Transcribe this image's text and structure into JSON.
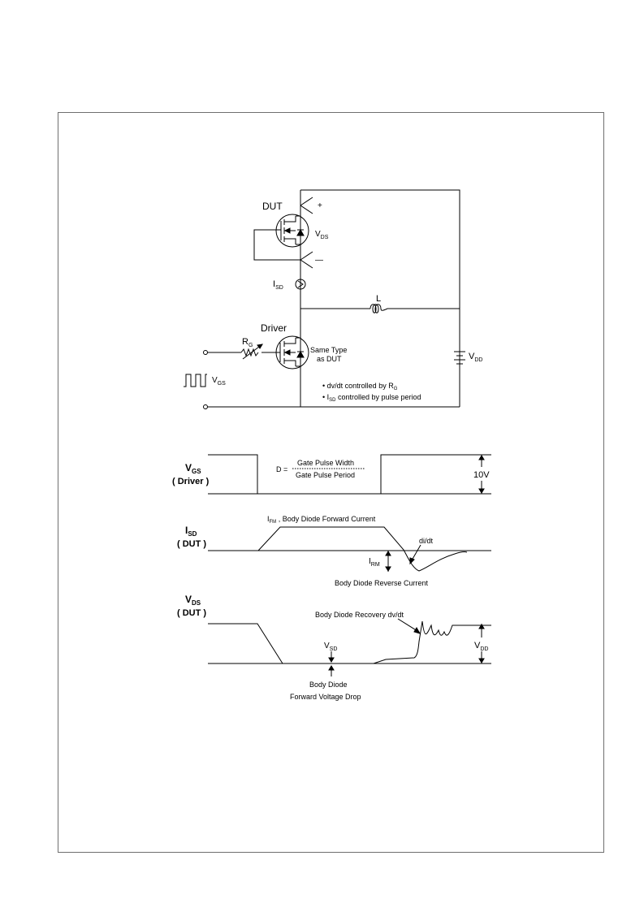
{
  "circuit": {
    "dut_label": "DUT",
    "vds_main": "V",
    "vds_sub": "DS",
    "plus_label": "+",
    "minus_label": "—",
    "isd_main": "I",
    "isd_sub": "SD",
    "inductor_label": "L",
    "driver_label": "Driver",
    "rg_main": "R",
    "rg_sub": "G",
    "same_type_line1": "Same Type",
    "same_type_line2": "as DUT",
    "vgs_main": "V",
    "vgs_sub": "GS",
    "vdd_main": "V",
    "vdd_sub": "DD",
    "note1_text": "• dv/dt controlled by  R",
    "note1_sub": "G",
    "note2_bullet": "• I",
    "note2_sub": "SD",
    "note2_text": " controlled by pulse period"
  },
  "waveforms": {
    "vgs_main": "V",
    "vgs_sub": "GS",
    "vgs_paren": "( Driver )",
    "duty_prefix": "D =",
    "duty_numerator": "Gate Pulse Width",
    "duty_denominator": "Gate Pulse Period",
    "ten_v": "10V",
    "isd_main": "I",
    "isd_sub": "SD",
    "isd_paren": "( DUT )",
    "ifm_main": "I",
    "ifm_sub": "FM",
    "ifm_text": " , Body Diode Forward Current",
    "didt": "di/dt",
    "irm_main": "I",
    "irm_sub": "RM",
    "reverse_current": "Body Diode Reverse Current",
    "vds_main": "V",
    "vds_sub": "DS",
    "vds_paren": "( DUT )",
    "recovery": "Body Diode Recovery dv/dt",
    "vsd_main": "V",
    "vsd_sub": "SD",
    "vdd_main": "V",
    "vdd_sub": "DD",
    "fwd_drop_line1": "Body Diode",
    "fwd_drop_line2": "Forward Voltage Drop"
  }
}
